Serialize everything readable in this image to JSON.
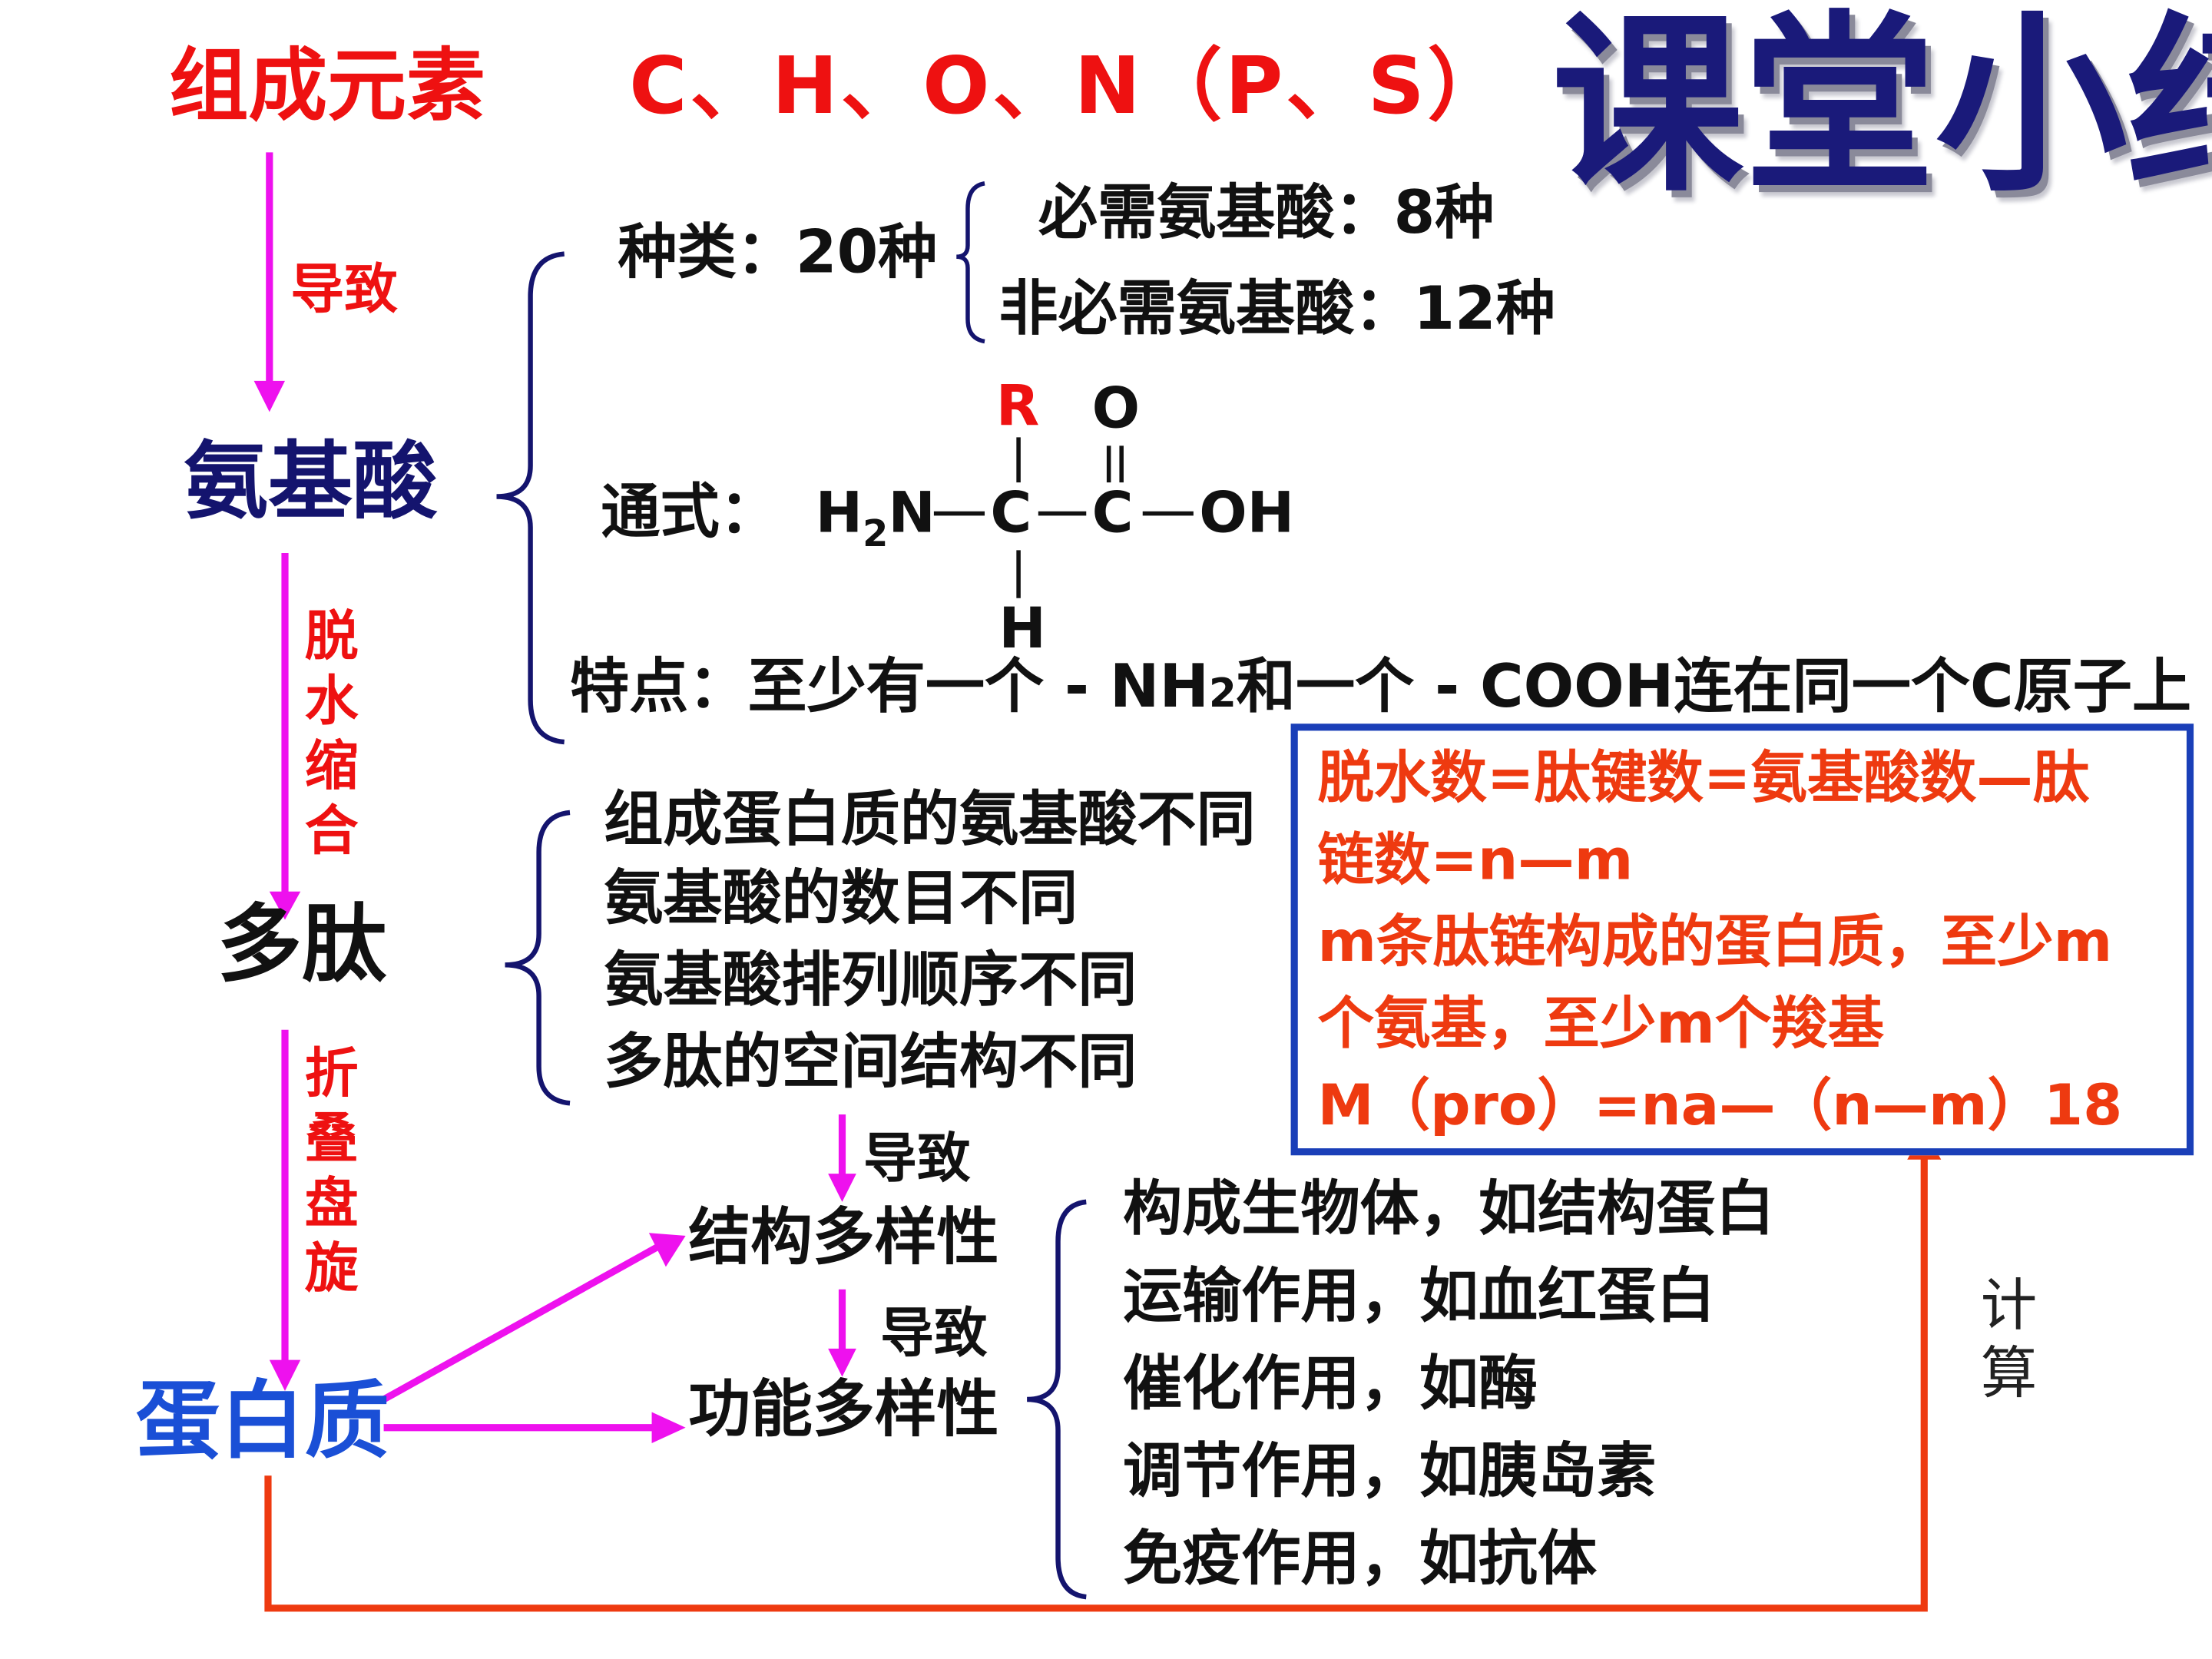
{
  "header": {
    "elements_label": "组成元素",
    "elements_value": "C、H、O、N（P、S）",
    "slide_title": "课堂小结"
  },
  "left_column": {
    "arrow1_label": "导致",
    "amino_acid": "氨基酸",
    "arrow2_label": "脱水缩合",
    "polypeptide": "多肽",
    "arrow3_label": "折叠盘旋",
    "protein": "蛋白质"
  },
  "amino_acid_branch": {
    "types_label": "种类：20种",
    "essential": "必需氨基酸：8种",
    "nonessential": "非必需氨基酸：12种",
    "formula_label": "通式：",
    "formula": {
      "r": "R",
      "o": "O",
      "h2n": "H",
      "sub2": "2",
      "n": "N",
      "c1": "C",
      "c2": "C",
      "oh": "OH",
      "h": "H"
    },
    "feature": "特点：至少有一个 - NH",
    "feature_sub": "2",
    "feature_tail": "和一个 - COOH连在同一个C原子上"
  },
  "diversity_reasons": [
    "组成蛋白质的氨基酸不同",
    "氨基酸的数目不同",
    "氨基酸排列顺序不同",
    "多肽的空间结构不同"
  ],
  "diversity": {
    "lead1": "导致",
    "structure": "结构多样性",
    "lead2": "导致",
    "function": "功能多样性"
  },
  "functions": [
    "构成生物体，如结构蛋白",
    "运输作用，如血红蛋白",
    "催化作用，如酶",
    "调节作用，如胰岛素",
    "免疫作用，如抗体"
  ],
  "calculation_box": {
    "line1": "脱水数=肽键数=氨基酸数—肽",
    "line2": "链数=n—m",
    "line3": "m条肽链构成的蛋白质，至少m",
    "line4": "个氨基，至少m个羧基",
    "line5": "M（pro）=na—（n—m）18"
  },
  "calc_label": "计算",
  "colors": {
    "red": "#ee1111",
    "magenta_arrow": "#ee11ee",
    "navy": "#14146e",
    "blue": "#1a4fd6",
    "orange": "#ee3a10",
    "box_border": "#1a3fb8"
  }
}
